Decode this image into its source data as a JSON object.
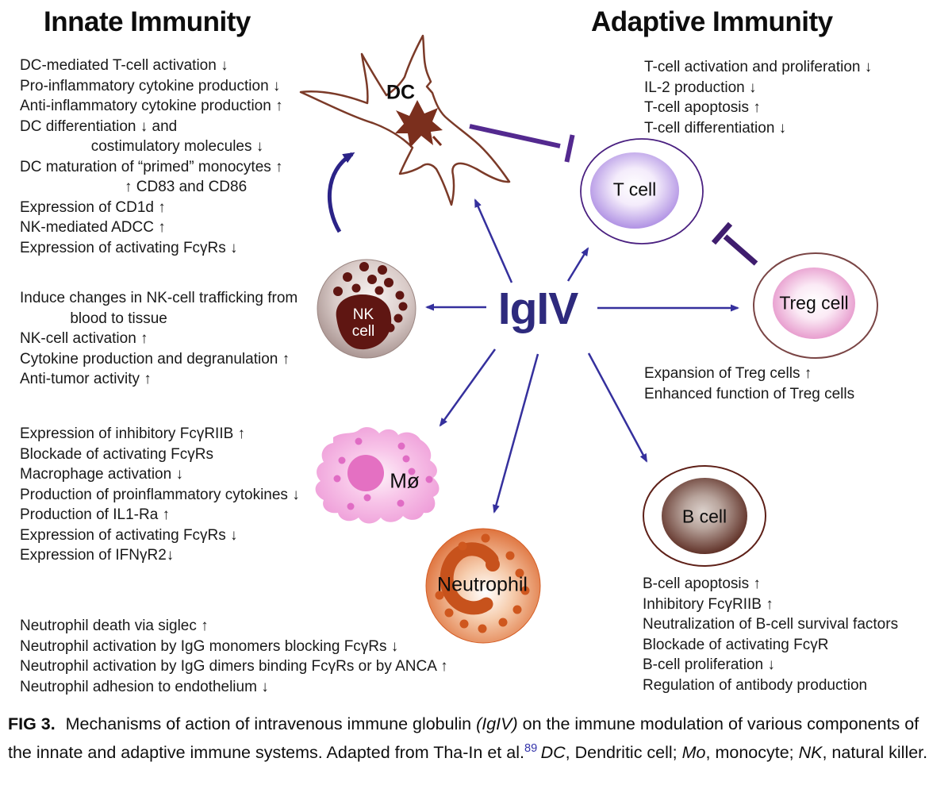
{
  "innate": {
    "title": "Innate Immunity",
    "lines": [
      "DC-mediated T-cell activation ↓",
      "Pro-inflammatory cytokine production ↓",
      "Anti-inflammatory cytokine production ↑",
      "DC differentiation ↓ and",
      "                 costimulatory molecules ↓",
      "DC maturation of “primed” monocytes ↑",
      "                         ↑ CD83 and CD86",
      "Expression of CD1d ↑",
      "NK-mediated ADCC ↑",
      "Expression of activating FcγRs ↓"
    ]
  },
  "nk_block": {
    "lines": [
      "Induce changes in NK-cell trafficking from",
      "            blood to tissue",
      "NK-cell activation ↑",
      "Cytokine production and degranulation ↑",
      "Anti-tumor activity ↑"
    ]
  },
  "macrophage_block": {
    "lines": [
      "Expression of inhibitory FcγRIIB ↑",
      "Blockade of activating FcγRs",
      "Macrophage activation ↓",
      "Production of proinflammatory cytokines ↓",
      "Production of IL1-Ra ↑",
      "Expression of activating FcγRs ↓",
      "Expression of IFNγR2↓"
    ]
  },
  "neutrophil_block": {
    "lines": [
      "Neutrophil death via siglec ↑",
      "Neutrophil activation by IgG monomers blocking FcγRs ↓",
      "Neutrophil activation by IgG dimers binding FcγRs or by ANCA ↑",
      "Neutrophil adhesion to endothelium ↓"
    ]
  },
  "adaptive": {
    "title": "Adaptive Immunity",
    "lines": [
      "T-cell activation and proliferation ↓",
      "IL-2 production ↓",
      "T-cell apoptosis ↑",
      "T-cell differentiation ↓"
    ]
  },
  "treg_block": {
    "lines": [
      "Expansion of Treg cells ↑",
      "Enhanced function of Treg cells"
    ]
  },
  "bcell_block": {
    "lines": [
      "B-cell apoptosis ↑",
      "Inhibitory FcγRIIB ↑",
      "Neutralization of B-cell survival factors",
      "Blockade of activating FcγR",
      "B-cell proliferation ↓",
      "Regulation of antibody production"
    ]
  },
  "center": {
    "label": "IgIV"
  },
  "cells": {
    "dc": "DC",
    "t": "T cell",
    "treg": "Treg cell",
    "nk": "NK\ncell",
    "macrophage": "Mø",
    "neutrophil": "Neutrophil",
    "b": "B cell"
  },
  "caption": {
    "fig": "FIG 3.",
    "p1": "Mechanisms of action of intravenous immune globulin ",
    "igiv": "(IgIV)",
    "p2": " on the immune modulation of various components of the innate and adaptive immune systems. Adapted from Tha-In et al.",
    "ref": "89",
    "dc": "DC",
    "p3": ", Dendritic cell; ",
    "mo": "Mo",
    "p4": ", monocyte; ",
    "nk": "NK",
    "p5": ", natural killer."
  },
  "colors": {
    "arrow": "#35309d",
    "igiv_text": "#2e2a7d",
    "inhibition_bar": "#4f2585",
    "dc_outline": "#7b3a28",
    "t_cell_fill": "#a583e0",
    "treg_cell_fill": "#e287c3",
    "b_cell_fill": "#4e1a10",
    "nk_nucleus": "#5f1612",
    "macrophage_fill": "#ee9cd8",
    "neutrophil_fill": "#d96229",
    "caption_ref": "#3333aa"
  }
}
